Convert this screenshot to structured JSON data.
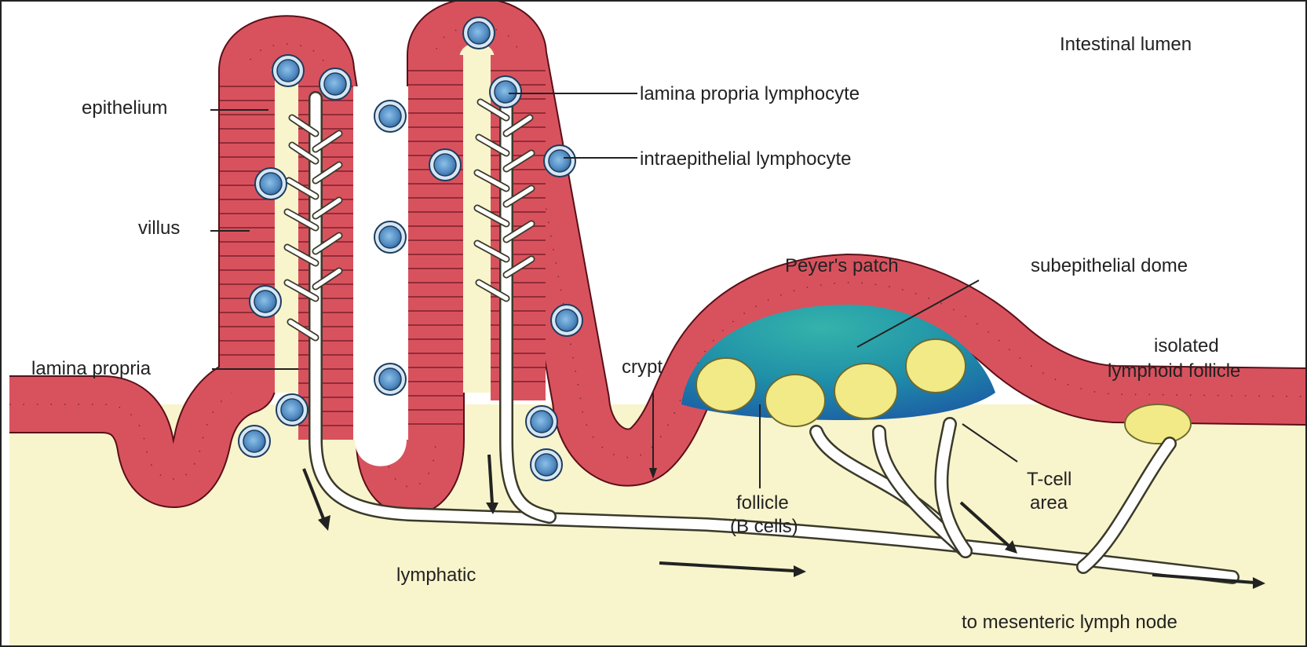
{
  "labels": {
    "intestinal_lumen": "Intestinal lumen",
    "epithelium": "epithelium",
    "villus": "villus",
    "lamina_propria": "lamina propria",
    "lamina_propria_lymphocyte": "lamina propria lymphocyte",
    "intraepithelial_lymphocyte": "intraepithelial lymphocyte",
    "peyers_patch": "Peyer's patch",
    "subepithelial_dome": "subepithelial dome",
    "isolated_follicle_line1": "isolated",
    "isolated_follicle_line2": "lymphoid follicle",
    "crypt": "crypt",
    "follicle_line1": "follicle",
    "follicle_line2": "(B cells)",
    "tcell_line1": "T-cell",
    "tcell_line2": "area",
    "lymphatic": "lymphatic",
    "to_lymph_node": "to mesenteric lymph node"
  },
  "colors": {
    "lumen": "#ffffff",
    "tissue": "#f8f4cc",
    "epithelium": "#d8525e",
    "lymphocyte": "#5b8fc0",
    "dome_top": "#2aa0a0",
    "dome_bottom": "#1f6faa",
    "follicle": "#f2ea86"
  }
}
